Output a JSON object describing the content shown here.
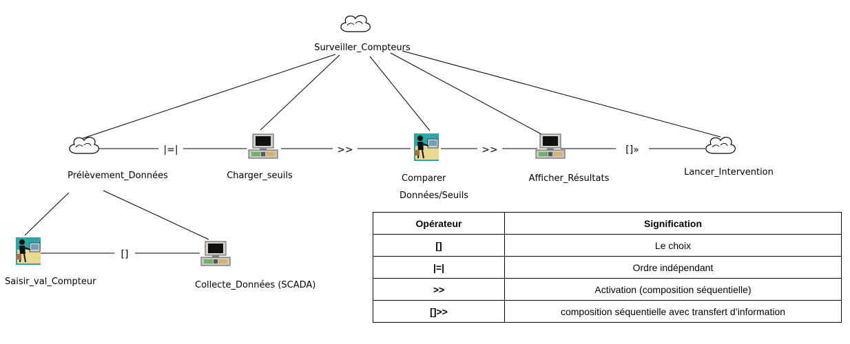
{
  "tasks": {
    "root": "Surveiller_Compteurs",
    "prelevement": "Prélèvement_Données",
    "charger": "Charger_seuils",
    "comparer_line1": "Comparer",
    "comparer_line2": "Données/Seuils",
    "afficher": "Afficher_Résultats",
    "lancer": "Lancer_Intervention",
    "saisir": "Saisir_val_Compteur",
    "collecte": "Collecte_Données (SCADA)"
  },
  "operators": {
    "prel_charger": "|=|",
    "charger_comparer": ">>",
    "comparer_afficher": ">>",
    "afficher_lancer": "[]»",
    "saisir_collecte": "[]"
  },
  "icons": {
    "root": "cloud-icon",
    "prelevement": "cloud-icon",
    "lancer": "cloud-icon",
    "charger": "computer-icon",
    "afficher": "computer-icon",
    "collecte": "computer-icon",
    "comparer": "user-at-computer-icon",
    "saisir": "user-at-computer-icon"
  },
  "legend": {
    "headers": {
      "operator": "Opérateur",
      "meaning": "Signification"
    },
    "rows": [
      {
        "operator": "[]",
        "meaning": "Le choix"
      },
      {
        "operator": "|=|",
        "meaning": "Ordre indépendant"
      },
      {
        "operator": ">>",
        "meaning": "Activation (composition séquentielle)"
      },
      {
        "operator": "[]>>",
        "meaning": "composition séquentielle avec transfert d’information"
      }
    ]
  }
}
